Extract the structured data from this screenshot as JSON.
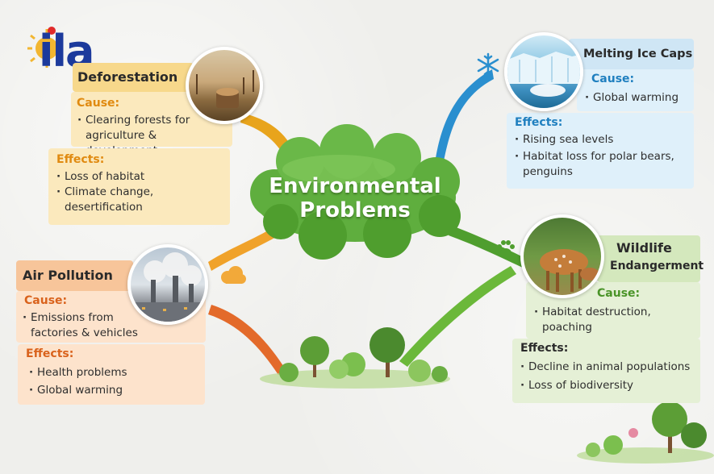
{
  "logo": {
    "text": "ila"
  },
  "center": {
    "line1": "Environmental",
    "line2": "Problems"
  },
  "deforestation": {
    "title": "Deforestation",
    "cause_label": "Cause:",
    "cause": [
      "Clearing forests for agriculture & development"
    ],
    "effects_label": "Effects:",
    "effects": [
      "Loss of habitat",
      "Climate change, desertification"
    ]
  },
  "air_pollution": {
    "title": "Air Pollution",
    "cause_label": "Cause:",
    "cause": [
      "Emissions from factories & vehicles"
    ],
    "effects_label": "Effects:",
    "effects": [
      "Health problems",
      "Global warming"
    ]
  },
  "melting_ice": {
    "title": "Melting Ice Caps",
    "cause_label": "Cause:",
    "cause": [
      "Global warming"
    ],
    "effects_label": "Effects:",
    "effects": [
      "Rising sea levels",
      "Habitat loss for polar bears, penguins"
    ]
  },
  "wildlife": {
    "title_line1": "Wildlife",
    "title_line2": "Endangerment",
    "cause_label": "Cause:",
    "cause": [
      "Habitat destruction, poaching"
    ],
    "effects_label": "Effects:",
    "effects": [
      "Decline in animal populations",
      "Loss of biodiversity"
    ]
  },
  "colors": {
    "deforestation_accent": "#e8a41c",
    "air_accent": "#e36a2a",
    "ice_accent": "#2a8fcf",
    "wildlife_accent": "#4f9e2e",
    "cloud_green": "#5fae3e"
  },
  "icons": [
    "snowflake-icon",
    "paw-icon",
    "cloud-icon",
    "logo-sun-icon"
  ]
}
